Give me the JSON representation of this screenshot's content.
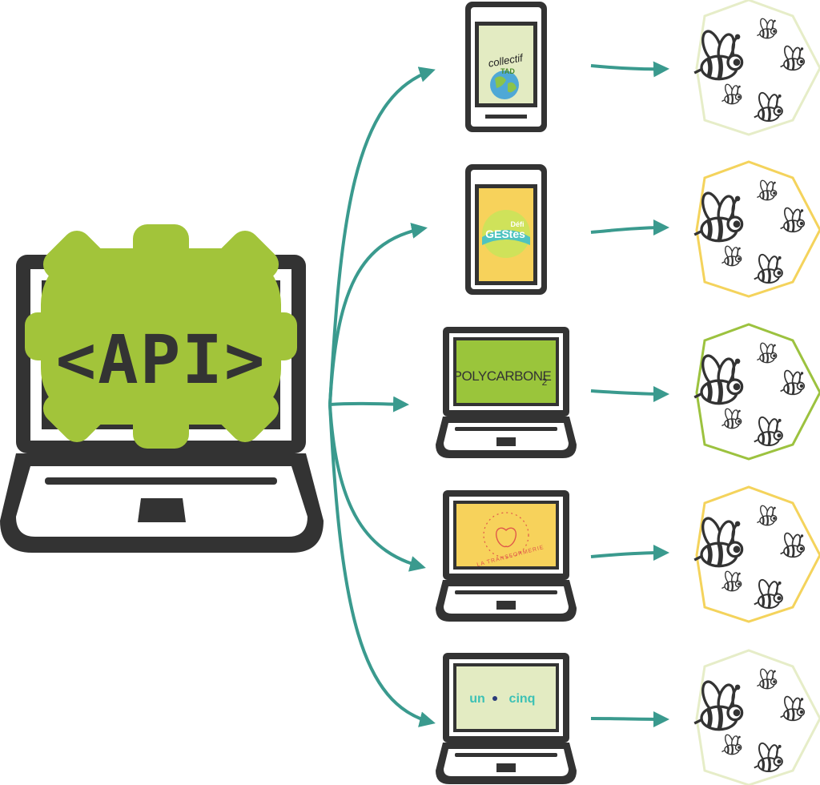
{
  "colors": {
    "dark": "#333333",
    "accent_green": "#a2c43a",
    "arrow_teal": "#3a9a8e",
    "pale_green": "#e3ebc2",
    "yellow": "#f7d25b",
    "green_screen": "#9ac53b",
    "cyan_text": "#3cc1b5",
    "hex_pale": "#e6edc8",
    "hex_yellow": "#f4d35c",
    "hex_green": "#9cc23f"
  },
  "api": {
    "label": "<API>"
  },
  "apps": [
    {
      "device": "phone",
      "logo_line1": "collectif",
      "logo_line2": "TAD",
      "screen_color": "#e3ebc2",
      "hex_color": "#e6edc8"
    },
    {
      "device": "phone",
      "logo_line1": "Défi",
      "logo_line2": "GEStes",
      "screen_color": "#f7d25b",
      "hex_color": "#f4d35c"
    },
    {
      "device": "laptop",
      "logo_line1": "POLYCARBONE",
      "logo_line2": "2",
      "screen_color": "#9ac53b",
      "hex_color": "#9cc23f"
    },
    {
      "device": "laptop",
      "logo_line1": "LA TRANSFORMERIE",
      "logo_line2": "",
      "screen_color": "#f7d25b",
      "hex_color": "#f4d35c"
    },
    {
      "device": "laptop",
      "logo_line1": "un",
      "logo_line2": "cinq",
      "screen_color": "#e3ebc2",
      "hex_color": "#e6edc8"
    }
  ]
}
